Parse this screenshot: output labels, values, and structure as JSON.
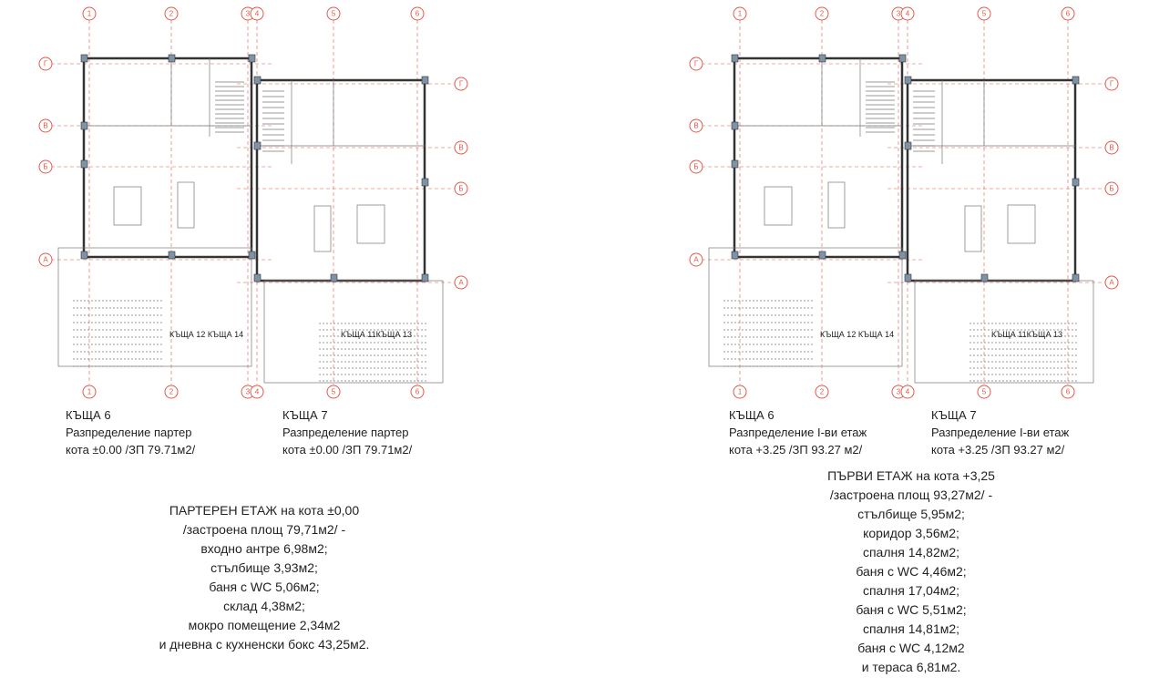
{
  "grid": {
    "columns": [
      "1",
      "2",
      "3",
      "4",
      "5",
      "6"
    ],
    "rows": [
      "Г",
      "В",
      "Б",
      "А"
    ]
  },
  "plans": [
    {
      "house_labels": "КЪЩА 12 КЪЩА 14",
      "house_labels_right": "КЪЩА 11КЪЩА 13"
    },
    {
      "house_labels": "КЪЩА 12 КЪЩА 14",
      "house_labels_right": "КЪЩА 11КЪЩА 13"
    }
  ],
  "captions": [
    {
      "house": "КЪЩА 6",
      "title": "Разпределение партер",
      "level": "кота ±0.00  /ЗП   79.71м2/"
    },
    {
      "house": "КЪЩА 7",
      "title": "Разпределение партер",
      "level": "кота ±0.00  /ЗП   79.71м2/"
    },
    {
      "house": "КЪЩА 6",
      "title": "Разпределение I-ви етаж",
      "level": "кота +3.25  /ЗП 93.27 м2/"
    },
    {
      "house": "КЪЩА 7",
      "title": "Разпределение I-ви етаж",
      "level": "кота +3.25  /ЗП 93.27 м2/"
    }
  ],
  "ground_floor_summary": [
    "ПАРТЕРЕН ЕТАЖ на кота ±0,00",
    "/застроена площ 79,71м2/ -",
    "входно антре 6,98м2;",
    "стълбище 3,93м2;",
    "баня с WC 5,06м2;",
    "склад 4,38м2;",
    "мокро помещение 2,34м2",
    "и дневна с кухненски бокс 43,25м2."
  ],
  "first_floor_summary": [
    "ПЪРВИ ЕТАЖ на кота +3,25",
    "/застроена площ 93,27м2/  -",
    "стълбище 5,95м2;",
    "коридор 3,56м2;",
    "спалня 14,82м2;",
    "баня с WC 4,46м2;",
    "спалня 17,04м2;",
    "баня с WC 5,51м2;",
    "спалня 14,81м2;",
    "баня с WC 4,12м2",
    "и тераса 6,81м2."
  ],
  "colors": {
    "grid": "#e05a4a",
    "column": "#7f93a8"
  }
}
